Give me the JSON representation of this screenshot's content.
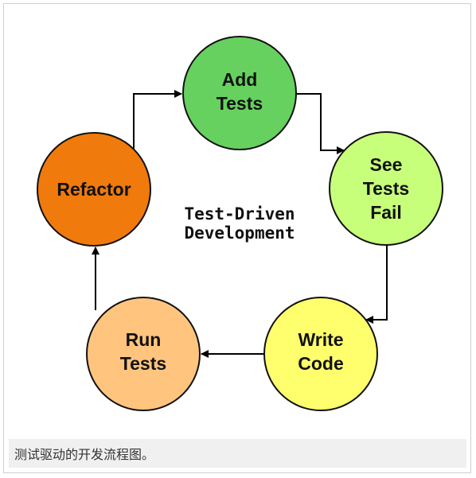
{
  "diagram": {
    "center_title_line1": "Test-Driven",
    "center_title_line2": "Development",
    "nodes": {
      "add_tests": {
        "line1": "Add",
        "line2": "Tests",
        "color": "#66d15e"
      },
      "see_tests_fail": {
        "line1": "See",
        "line2": "Tests",
        "line3": "Fail",
        "color": "#c7ff7a"
      },
      "write_code": {
        "line1": "Write",
        "line2": "Code",
        "color": "#ffff6e"
      },
      "run_tests": {
        "line1": "Run",
        "line2": "Tests",
        "color": "#ffc47e"
      },
      "refactor": {
        "line1": "Refactor",
        "color": "#f07a0c"
      }
    }
  },
  "caption": "测试驱动的开发流程图。"
}
